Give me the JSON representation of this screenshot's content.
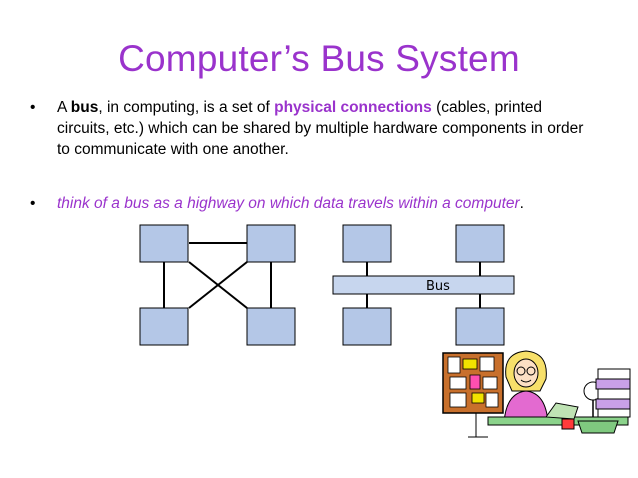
{
  "slide": {
    "title": "Computer’s Bus System",
    "bullet_symbol": "•",
    "bullets": [
      {
        "parts": [
          "A ",
          "bus",
          ", in computing, is a set of ",
          "physical connections",
          " (cables, printed circuits, etc.) which can be shared by multiple hardware components in order to communicate with one another."
        ]
      },
      {
        "parts": [
          "think of a bus as a highway on which data travels within a computer",
          "."
        ]
      }
    ]
  },
  "diagram": {
    "bus_label": "Bus"
  },
  "colors": {
    "title": "#9a33cc",
    "node_fill": "#b4c7e7",
    "bus_fill": "#c7d6ee"
  }
}
